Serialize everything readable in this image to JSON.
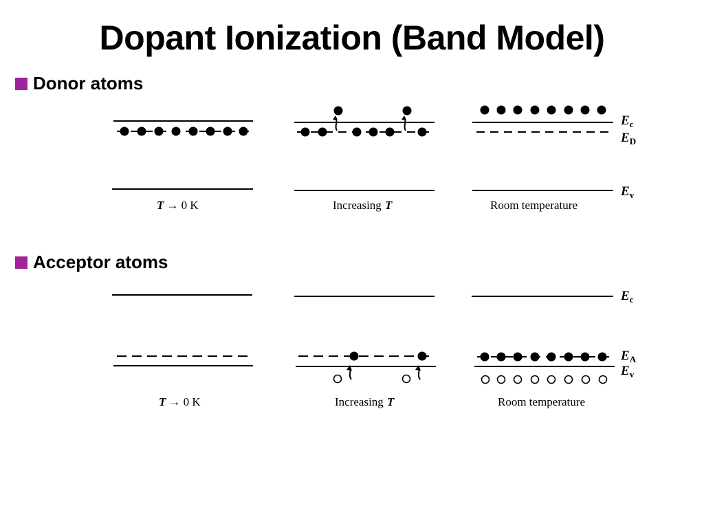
{
  "title": "Dopant Ionization (Band Model)",
  "colors": {
    "bullet": "#a0239b",
    "ink": "#000000"
  },
  "sections": [
    {
      "heading": "Donor atoms"
    },
    {
      "heading": "Acceptor atoms"
    }
  ],
  "captions": {
    "zero_T": "T",
    "zero_arrow_units": "0 K",
    "increasing": "Increasing",
    "increasing_T": "T",
    "room": "Room temperature"
  },
  "labels": {
    "Ec": {
      "base": "E",
      "sub": "c"
    },
    "ED": {
      "base": "E",
      "sub": "D"
    },
    "Ev": {
      "base": "E",
      "sub": "v"
    },
    "EA": {
      "base": "E",
      "sub": "A"
    }
  }
}
